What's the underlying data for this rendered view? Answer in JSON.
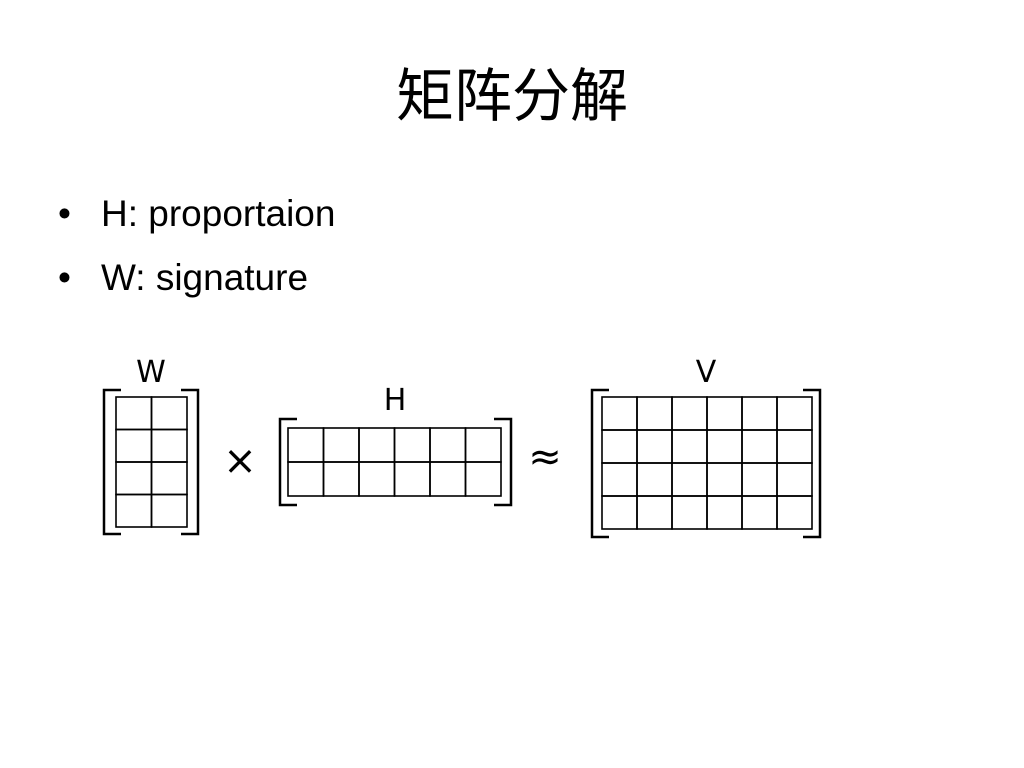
{
  "title": "矩阵分解",
  "bullets": [
    {
      "marker": "•",
      "text": "H: proportaion"
    },
    {
      "marker": "•",
      "text": "W: signature"
    }
  ],
  "diagram": {
    "matrices": [
      {
        "name": "W",
        "rows": 4,
        "cols": 2
      },
      {
        "name": "H",
        "rows": 2,
        "cols": 6
      },
      {
        "name": "V",
        "rows": 4,
        "cols": 6
      }
    ],
    "operators": [
      "×",
      "≈"
    ]
  }
}
